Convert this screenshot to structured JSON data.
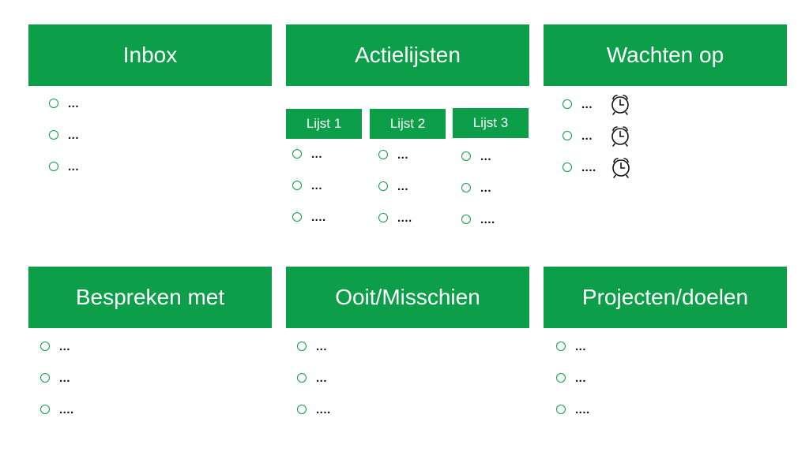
{
  "colors": {
    "accent": "#0c9e48"
  },
  "panels": [
    {
      "title": "Inbox",
      "items": [
        "...",
        "...",
        "..."
      ]
    },
    {
      "title": "Actielijsten",
      "sublists": [
        {
          "title": "Lijst 1",
          "items": [
            "...",
            "...",
            "...."
          ]
        },
        {
          "title": "Lijst 2",
          "items": [
            "...",
            "...",
            "...."
          ]
        },
        {
          "title": "Lijst 3",
          "items": [
            "...",
            "...",
            "...."
          ]
        }
      ]
    },
    {
      "title": "Wachten op",
      "items": [
        "...",
        "...",
        "...."
      ],
      "item_icon": "alarm-clock-icon"
    },
    {
      "title": "Bespreken met",
      "items": [
        "...",
        "...",
        "...."
      ]
    },
    {
      "title": "Ooit/Misschien",
      "items": [
        "...",
        "...",
        "...."
      ]
    },
    {
      "title": "Projecten/doelen",
      "items": [
        "...",
        "...",
        "...."
      ]
    }
  ]
}
